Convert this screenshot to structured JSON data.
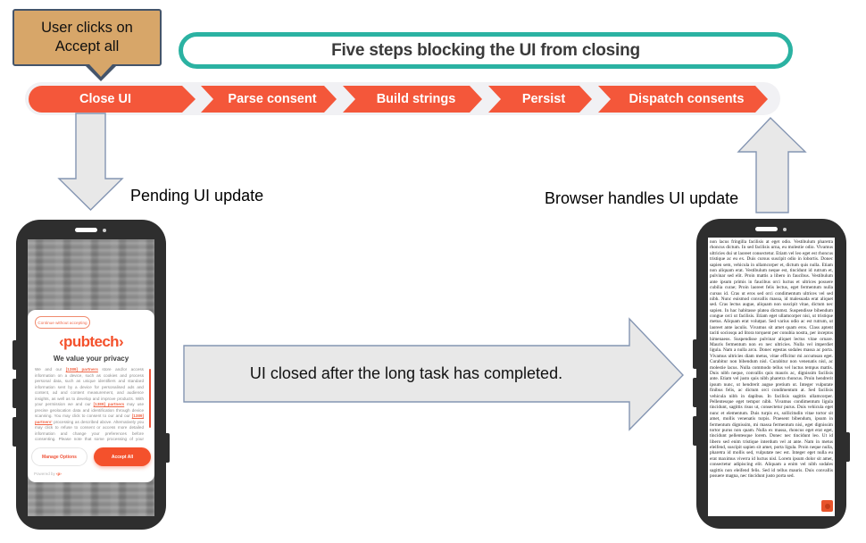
{
  "colors": {
    "accent_orange": "#F4573A",
    "logo_orange": "#F4512C",
    "teal": "#2BB2A2",
    "callout_fill": "#D7A669",
    "callout_border": "#44546A",
    "arrow_fill": "#E8E8E8",
    "arrow_stroke": "#8495B2",
    "phone_frame": "#2E2E2E"
  },
  "callout": {
    "line1": "User clicks on",
    "line2": "Accept all"
  },
  "banner": {
    "title": "Five steps blocking the UI from closing"
  },
  "steps": [
    {
      "label": "Close UI"
    },
    {
      "label": "Parse consent"
    },
    {
      "label": "Build strings"
    },
    {
      "label": "Persist"
    },
    {
      "label": "Dispatch consents"
    }
  ],
  "captions": {
    "pending": "Pending UI update",
    "browser": "Browser handles UI update",
    "mid_arrow": "UI closed after the long task has completed."
  },
  "left_phone": {
    "consent": {
      "continue_without": "Continue without accepting",
      "logo": "‹pubtech›",
      "heading": "We value your privacy",
      "body": {
        "p1": "We and our ",
        "link1": "[1389] partners",
        "p2": " store and/or access information on a device, such as cookies and process personal data, such as unique identifiers and standard information sent by a device for personalised ads and content, ad and content measurement, and audience insights, as well as to develop and improve products. With your permission we and our ",
        "link2": "[1389] partners",
        "p3": " may use precise geolocation data and identification through device scanning. You may click to consent to our and our ",
        "link3": "[1389] partners'",
        "p4": " processing as described above. Alternatively you may click to refuse to consent or access more detailed information and change your preferences before consenting. Please note that some processing of your personal data may not require your consent, but you have a right to object to such processing. Your preferences will apply across the web. You can change your preferences at any time by returning to this site."
      },
      "manage_options": "Manage Options",
      "accept_all": "Accept All",
      "powered_by": "Powered by ",
      "powered_mark": "‹p›"
    }
  },
  "right_phone": {
    "page_text": "non lacus fringilla facilisis at eget odio. Vestibulum pharetra rhoncus dictum. In sed facilisis urna, eu molestie odio. Vivamus ultricies dui ut laoreet consectetur. Etiam vel leo eget est rhoncus tristique ac eu ex. Duis cursus suscipit odio in lobortis. Donec sapien sem, vehicula in ullamcorper et, dictum quis nulla. Etiam non aliquam erat. Vestibulum neque est, tincidunt id rutrum et, pulvinar sed elit. Proin mattis a libero in faucibus. Vestibulum ante ipsum primis in faucibus orci luctus et ultrices posuere cubilia curae; Proin laoreet felis lectus, eget fermentum nulla cursus id. Cras ut eros sed orci condimentum ultrices vel sed nibh. Nunc euismod convallis massa, id malesuada erat aliquet sed. Cras lectus augue, aliquam non suscipit vitae, dictum nec sapien. In hac habitasse platea dictumst. Suspendisse bibendum congue orci ut facilisis. Etiam eget ullamcorper nisi, ut tristique metus. Aliquam erat volutpat. Sed varius odio ac est rutrum, ut laoreet ante iaculis. Vivamus sit amet quam eros. Class aptent taciti sociosqu ad litora torquent per conubia nostra, per inceptos himenaeos. Suspendisse pulvinar aliquet lectus vitae ornare. Mauris fermentum non ex nec ultricies. Nulla vel imperdiet ligula. Nam a nulla arcu. Donec egestas sodales massa ac porta. Vivamus ultricies diam metus, vitae efficitur mi accumsan eget. Curabitur non bibendum nisl. Curabitur non venenatis nisl, ac molestie lacus. Nulla commodo tellus vel luctus tempus mattis. Duis nibh neque, convallis quis mauris ac, dignissim facilisis ante. Etiam vel justo quis nibh pharetra rhoncus. Proin hendrerit ipsum nunc, ut hendrerit augue pretium ut. Integer vulputate finibus felis, ac dictum orci condimentum at. Sed facilisis vehicula nibh in dapibus. In facilisis sagittis ullamcorper. Pellentesque eget tempor nibh. Vivamus condimentum ligula tincidunt, sagittis risus ut, consectetur purus. Duis vehicula eget nunc et elementum. Duis turpis ex, sollicitudin vitae tortor sit amet, mollis venenatis turpis. Praesent bibendum, ipsum in fermentum dignissim, mi massa fermentum nisi, eget dignissim tortor purus non quam. Nulla ex massa, rhoncus eget erat eget, tincidunt pellentesque lorem. Donec nec tincidunt leo. Ut id libero sed enim tristique interdum vel at ante. Nam in metus eleifend, suscipit sapien sit amet, porta ligula. Proin neque nulla, pharetra id mollis sed, vulputate nec est. Integer eget nulla eu erat maximus viverra id luctus nisl. Lorem ipsum dolor sit amet, consectetur adipiscing elit. Aliquam a enim vel nibh sodales sagittis non eleifend felis. Sed id tellus mauris. Duis convallis posuere magna, nec tincidunt justo porta sed."
  }
}
